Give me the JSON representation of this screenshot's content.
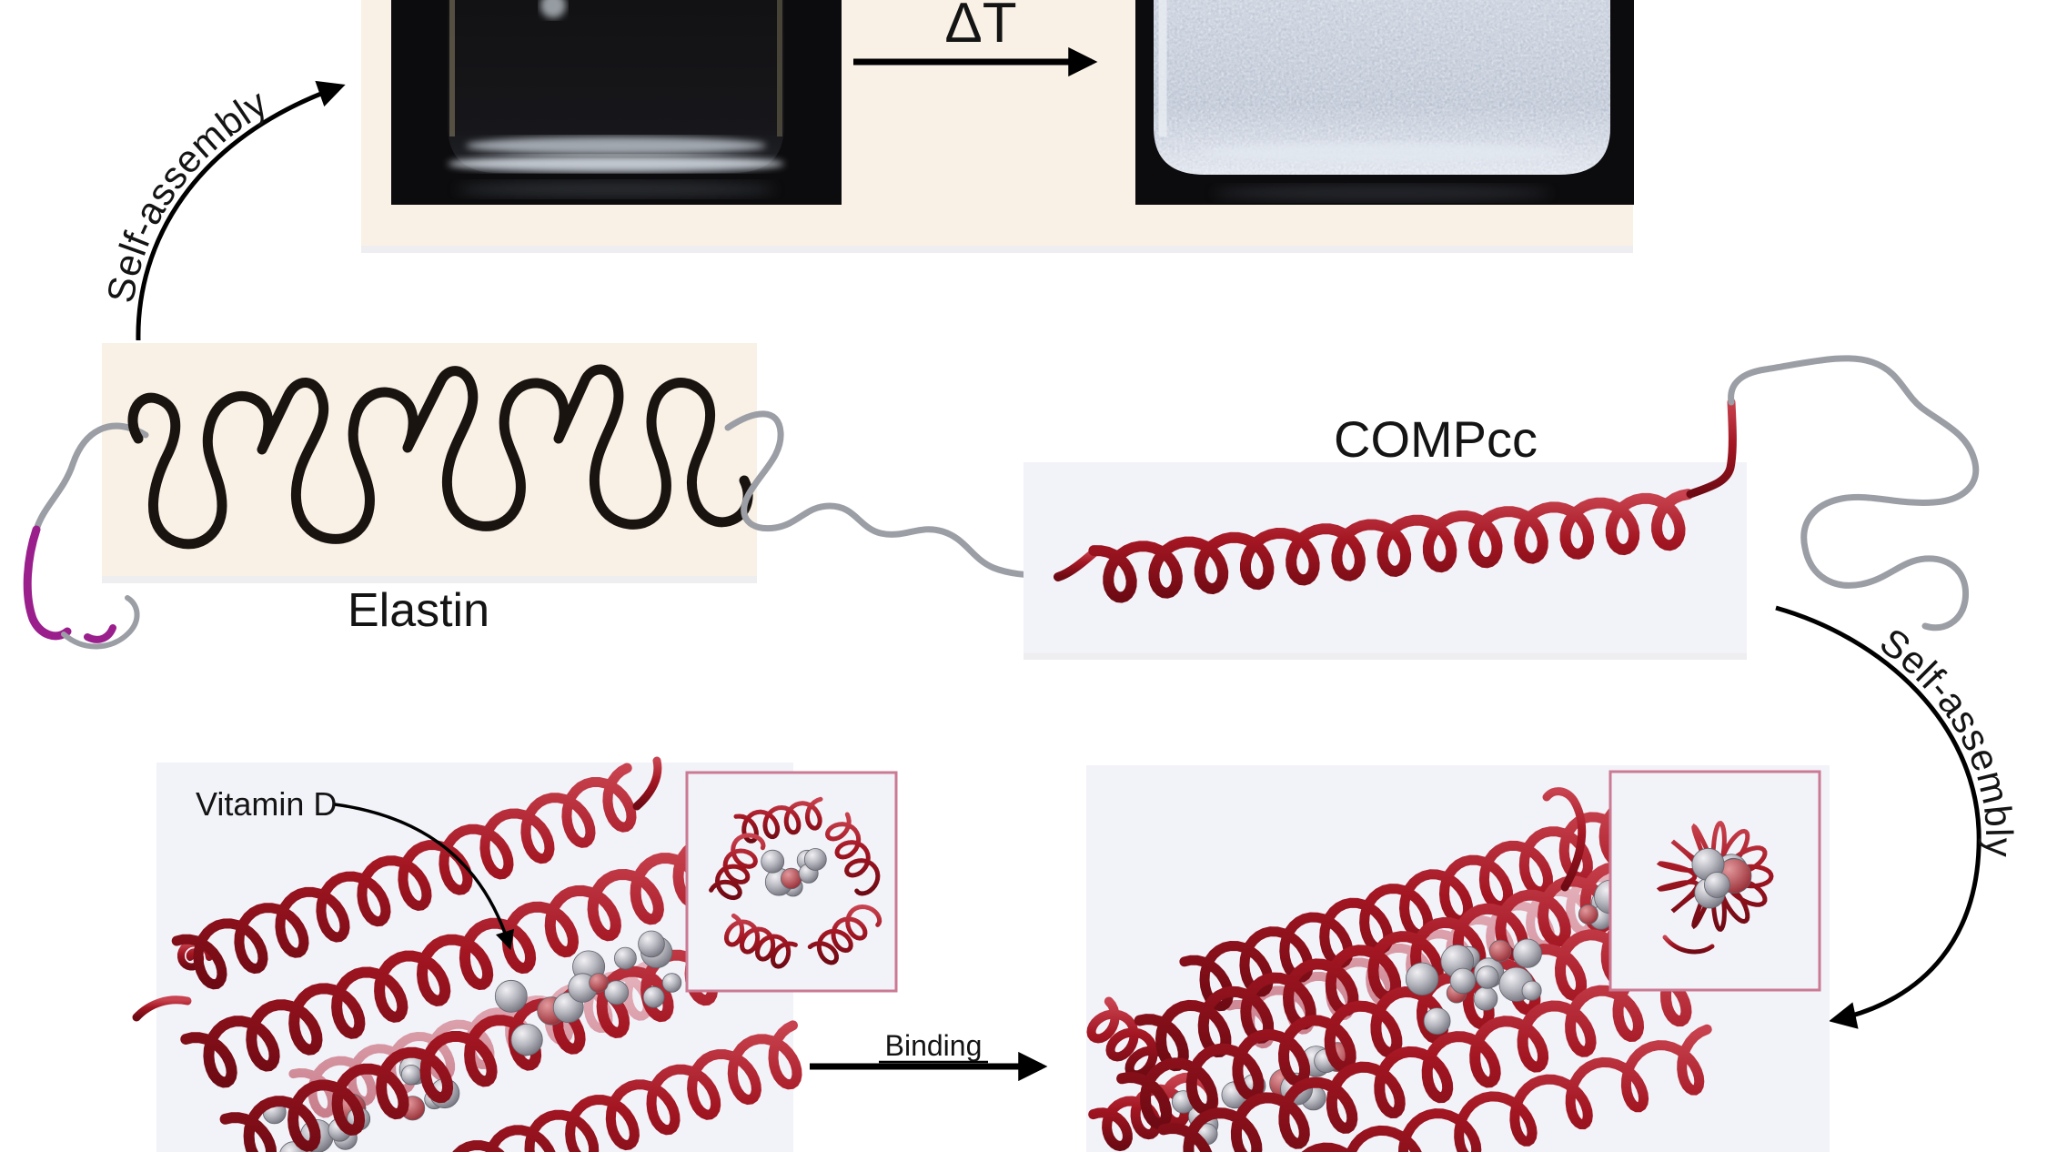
{
  "figure": {
    "labels": {
      "self_assembly_left": "Self-assembly",
      "self_assembly_right": "Self-assembly",
      "delta_t": "ΔT",
      "elastin": "Elastin",
      "compcc": "COMPcc",
      "vitamin_d": "Vitamin D",
      "binding": "Binding"
    },
    "colors": {
      "panel_cream": "#f9f1e6",
      "panel_lavender": "#f2f2f9",
      "inset_border_pink": "#cb7a93",
      "helix_red": "#a31622",
      "coil_black": "#191410",
      "linker_gray": "#9b9ea4",
      "terminal_purple": "#9a1f8c",
      "sphere_gray": "#8e8e97",
      "photo_black": "#0c0c0e",
      "arrow_black": "#000000",
      "background_white": "#ffffff"
    }
  }
}
